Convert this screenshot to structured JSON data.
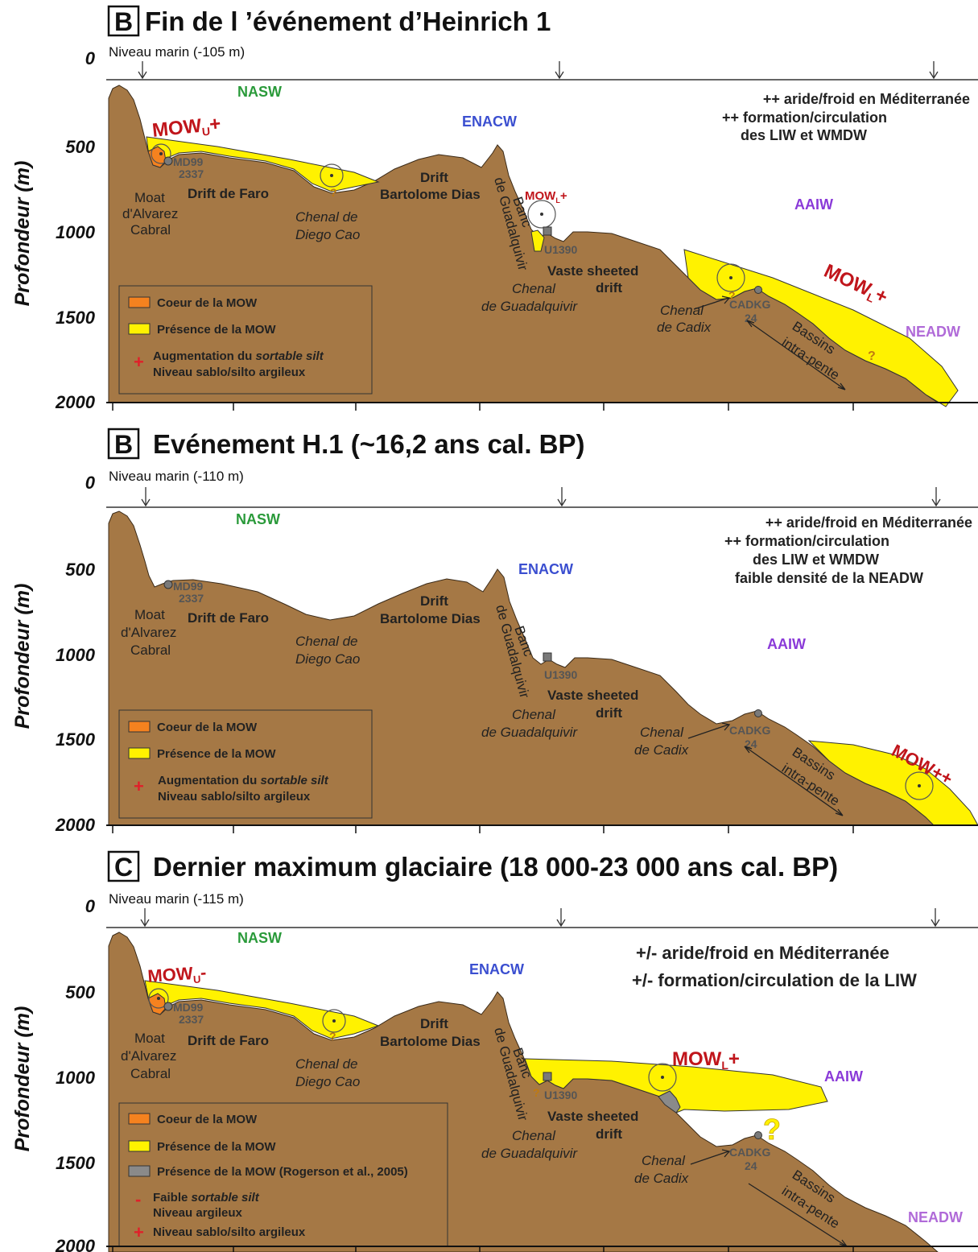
{
  "axis": {
    "y_title": "Profondeur (m)",
    "y_ticks": [
      "0",
      "500",
      "1000",
      "1500",
      "2000"
    ]
  },
  "colors": {
    "seafloor": "#a57845",
    "mow_presence": "#fff200",
    "mow_core": "#f5821f",
    "mow_rogerson": "#8a8a8a",
    "nasw": "#2a9a3a",
    "enacw": "#3b4fd0",
    "aaiw": "#8a3ad8",
    "neadw": "#b06ad8",
    "mow": "#c0151b"
  },
  "common_labels": {
    "nasw": "NASW",
    "enacw": "ENACW",
    "aaiw": "AAIW",
    "neadw": "NEADW",
    "site_md99_a": "MD99",
    "site_md99_b": "2337",
    "site_u1390": "U1390",
    "site_cadkg_a": "CADKG",
    "site_cadkg_b": "24",
    "moat_1": "Moat",
    "moat_2": "d'Alvarez",
    "moat_3": "Cabral",
    "drift_faro": "Drift de  Faro",
    "chenal_diego_1": "Chenal de",
    "chenal_diego_2": "Diego Cao",
    "drift_bd_1": "Drift",
    "drift_bd_2": "Bartolome Dias",
    "banc": "Banc",
    "de_guadalquivir": "de Guadalquivir",
    "chenal_guad_1": "Chenal",
    "chenal_guad_2": "de Guadalquivir",
    "vaste_1": "Vaste sheeted",
    "vaste_2": "drift",
    "cadix_1": "Chenal",
    "cadix_2": "de Cadix",
    "bassins_1": "Bassins",
    "bassins_2": "intra-pente",
    "question": "?"
  },
  "panels": [
    {
      "letter": "B",
      "title": "Fin de l ’événement d’Heinrich 1",
      "sea_level": "Niveau marin (-105 m)",
      "notes": [
        "++ aride/froid en Méditerranée",
        "++ formation/circulation",
        "des LIW et WMDW"
      ],
      "mow_upper": "MOW",
      "mow_upper_sub": "U",
      "mow_upper_sign": "+",
      "mow_lower_small": "MOW",
      "mow_lower_small_sub": "L",
      "mow_lower_small_sign": "+",
      "mow_lower": "MOW",
      "mow_lower_sub": "L",
      "mow_lower_sign": "+",
      "legend": {
        "core": "Coeur de la MOW",
        "presence": "Présence de la MOW",
        "sign": "+",
        "line1_pre": "Augmentation du ",
        "line1_em": "sortable silt",
        "line2": "Niveau sablo/silto argileux"
      }
    },
    {
      "letter": "B",
      "title": "Evénement H.1 (~16,2 ans cal. BP)",
      "sea_level": "Niveau marin (-110 m)",
      "notes": [
        "++ aride/froid en Méditerranée",
        "++ formation/circulation",
        "des LIW et WMDW",
        "faible densité de la NEADW"
      ],
      "mow_deep": "MOW++",
      "legend": {
        "core": "Coeur de la MOW",
        "presence": "Présence de la MOW",
        "sign": "+",
        "line1_pre": "Augmentation du ",
        "line1_em": "sortable silt",
        "line2": "Niveau sablo/silto argileux"
      }
    },
    {
      "letter": "C",
      "title": "Dernier maximum glaciaire (18 000-23 000 ans cal. BP)",
      "sea_level": "Niveau marin (-115 m)",
      "notes": [
        "+/- aride/froid en Méditerranée",
        "+/- formation/circulation de la LIW"
      ],
      "mow_upper": "MOW",
      "mow_upper_sub": "U",
      "mow_upper_sign": "-",
      "mow_lower": "MOW",
      "mow_lower_sub": "L",
      "mow_lower_sign": "+",
      "legend": {
        "core": "Coeur de la MOW",
        "presence": "Présence de la MOW",
        "rogerson": "Présence de la MOW (Rogerson et al., 2005)",
        "minus": "-",
        "minus_pre": "Faible ",
        "minus_em": "sortable silt",
        "minus_line2": "Niveau argileux",
        "plus": "+",
        "plus_line": "Niveau sablo/silto argileux"
      }
    }
  ]
}
